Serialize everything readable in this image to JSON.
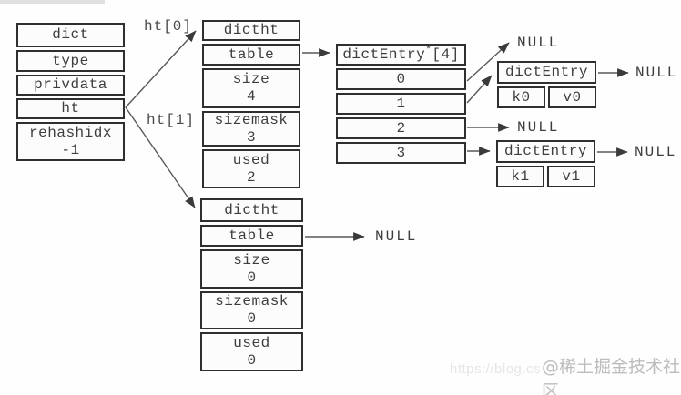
{
  "dict_box": {
    "rows": [
      {
        "label": "dict"
      },
      {
        "label": "type"
      },
      {
        "label": "privdata"
      },
      {
        "label": "ht"
      },
      {
        "label": "rehashidx",
        "value": "-1"
      }
    ]
  },
  "pointer_labels": {
    "ht0": "ht[0]",
    "ht1": "ht[1]"
  },
  "dictht_active": {
    "title": "dictht",
    "table_label": "table",
    "fields": [
      {
        "label": "size",
        "value": "4"
      },
      {
        "label": "sizemask",
        "value": "3"
      },
      {
        "label": "used",
        "value": "2"
      }
    ]
  },
  "dictht_empty": {
    "title": "dictht",
    "table_label": "table",
    "fields": [
      {
        "label": "size",
        "value": "0"
      },
      {
        "label": "sizemask",
        "value": "0"
      },
      {
        "label": "used",
        "value": "0"
      }
    ]
  },
  "entry_array": {
    "title_main": "dictEntry",
    "title_sup": "*",
    "title_suffix": "[4]",
    "slots": [
      "0",
      "1",
      "2",
      "3"
    ]
  },
  "entries": [
    {
      "title": "dictEntry",
      "key": "k0",
      "value": "v0"
    },
    {
      "title": "dictEntry",
      "key": "k1",
      "value": "v1"
    }
  ],
  "null_label": "NULL",
  "watermark": {
    "url_text": "https://blog.cs",
    "community": "@稀土掘金技术社区"
  }
}
